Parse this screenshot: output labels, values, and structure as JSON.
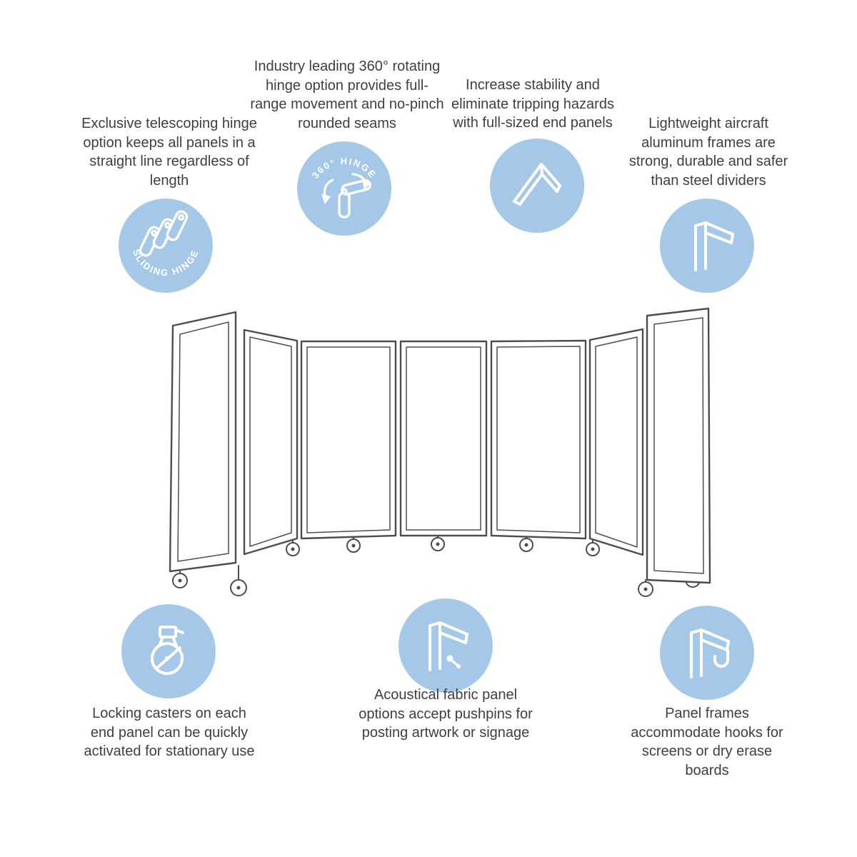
{
  "colors": {
    "icon_blue": "#a5c8e9",
    "drawing_gray": "#4d4d4d",
    "text_color": "#3f3f3f"
  },
  "features": [
    {
      "id": "telescoping-hinge",
      "text": "Exclusive telescoping hinge option keeps all panels in a straight line regardless of length",
      "icon": "sliding-hinge-icon",
      "icon_label": "SLIDING HINGE"
    },
    {
      "id": "rotating-hinge",
      "text": "Industry leading 360° rotating hinge option provides full-range movement and no-pinch rounded seams",
      "icon": "360-hinge-icon",
      "icon_label": "360° HINGE"
    },
    {
      "id": "end-panels",
      "text": "Increase stability and eliminate tripping hazards with full-sized end panels",
      "icon": "end-panel-icon",
      "icon_label": ""
    },
    {
      "id": "aluminum-frames",
      "text": "Lightweight aircraft aluminum frames are strong, durable and safer than steel dividers",
      "icon": "aluminum-frame-icon",
      "icon_label": ""
    },
    {
      "id": "locking-casters",
      "text": "Locking casters on each end panel can be quickly activated for stationary use",
      "icon": "locking-caster-icon",
      "icon_label": ""
    },
    {
      "id": "acoustical-panels",
      "text": "Acoustical fabric panel options accept pushpins for posting artwork or signage",
      "icon": "pushpin-panel-icon",
      "icon_label": ""
    },
    {
      "id": "panel-hooks",
      "text": "Panel frames accommodate hooks for screens or dry erase boards",
      "icon": "hook-panel-icon",
      "icon_label": ""
    }
  ],
  "illustration": {
    "label": "Folding room divider with five arc panels, two end panels and casters"
  }
}
